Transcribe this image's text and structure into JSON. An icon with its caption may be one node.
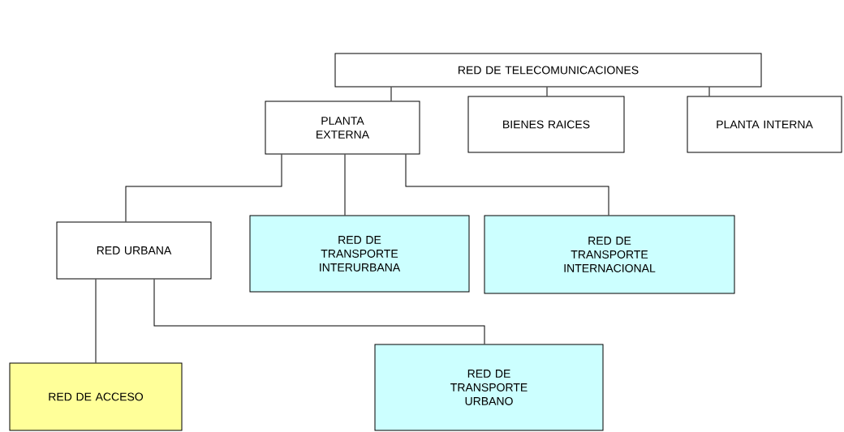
{
  "diagram": {
    "nodes": [
      {
        "text": [
          "RED DE TELECOMUNICACIONES"
        ]
      },
      {
        "text": [
          "PLANTA EXTERNA"
        ]
      },
      {
        "text": [
          "BIENES RAICES"
        ]
      },
      {
        "text": [
          "PLANTA INTERNA"
        ]
      },
      {
        "text": [
          "RED URBANA"
        ]
      },
      {
        "text": [
          "RED DE TRANSPORTE INTERURBANA"
        ]
      },
      {
        "text": [
          "RED DE TRANSPORTE INTERNACIONAL"
        ]
      },
      {
        "text": [
          "RED DE ACCESO"
        ]
      },
      {
        "text": [
          "RED DE TRANSPORTE URBANO"
        ]
      }
    ],
    "edges": [
      {
        "from": 0,
        "to": 1,
        "arrow": "none"
      },
      {
        "from": 0,
        "to": 2,
        "arrow": "none"
      },
      {
        "from": 0,
        "to": 3,
        "arrow": "none"
      },
      {
        "from": 1,
        "to": 4,
        "arrow": "none"
      },
      {
        "from": 1,
        "to": 5,
        "arrow": "none"
      },
      {
        "from": 1,
        "to": 6,
        "arrow": "none"
      },
      {
        "from": 4,
        "to": 7,
        "arrow": "none"
      },
      {
        "from": 4,
        "to": 8,
        "arrow": "none"
      }
    ]
  }
}
